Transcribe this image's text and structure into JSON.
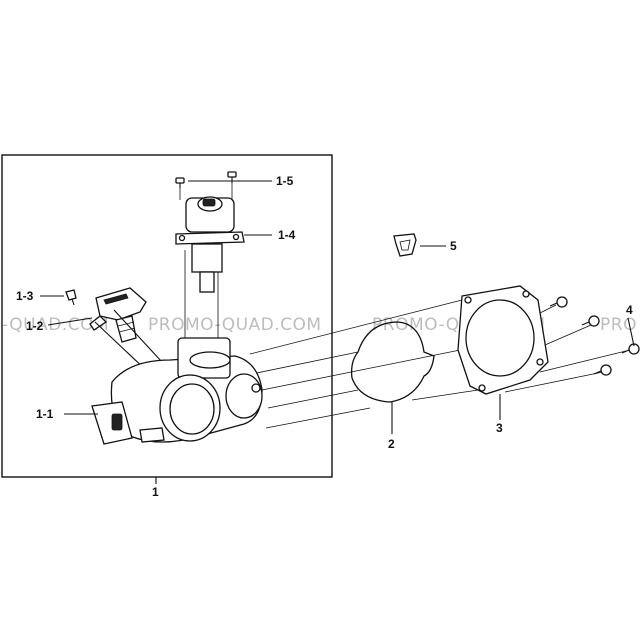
{
  "watermark": {
    "segments": [
      "-QUAD.COM",
      "PROMO-QUAD.COM",
      "PROMO-QUAD.COM",
      "PRO"
    ]
  },
  "callouts": {
    "assembly": "1",
    "throttle_body": "1-1",
    "sensor": "1-2",
    "sensor_screw": "1-3",
    "idle_valve": "1-4",
    "valve_screws": "1-5",
    "gasket": "2",
    "spacer_plate": "3",
    "bolts": "4",
    "clip": "5"
  }
}
